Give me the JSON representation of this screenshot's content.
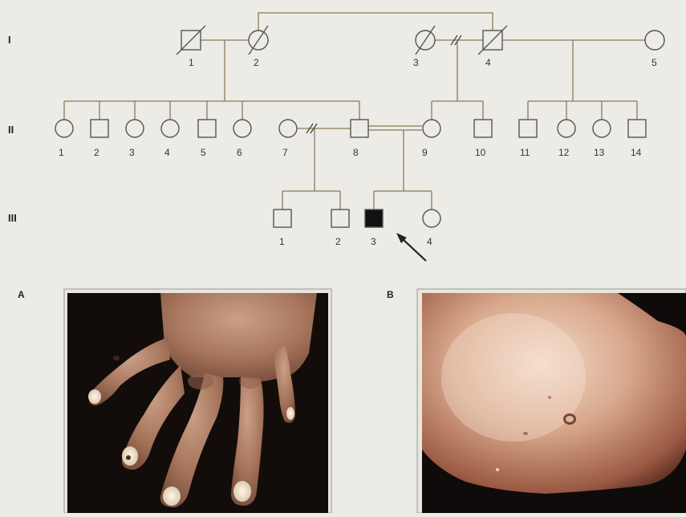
{
  "generations": [
    "I",
    "II",
    "III"
  ],
  "individuals": {
    "I": [
      "1",
      "2",
      "3",
      "4",
      "5"
    ],
    "II": [
      "1",
      "2",
      "3",
      "4",
      "5",
      "6",
      "7",
      "8",
      "9",
      "10",
      "11",
      "12",
      "13",
      "14"
    ],
    "III": [
      "1",
      "2",
      "3",
      "4"
    ]
  },
  "panels": [
    "A",
    "B"
  ],
  "colors": {
    "background": "#ecebe6",
    "line": "#8a7a55",
    "affected": "#111111",
    "photo_dark": "#120d0a",
    "skin": "#b88668"
  },
  "icons": {
    "proband_marker": "arrow-icon"
  }
}
